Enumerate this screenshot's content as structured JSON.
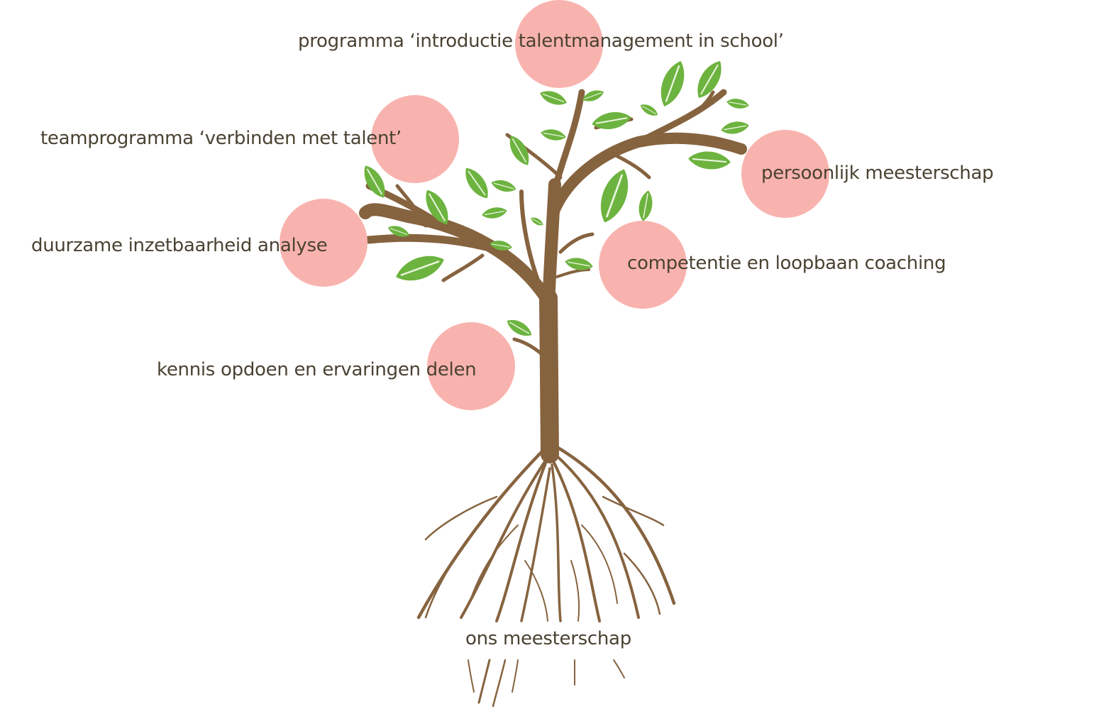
{
  "diagram": {
    "colors": {
      "trunk": "#86633f",
      "leaf": "#6db33f",
      "leaf_vein": "#e9f5dd",
      "circle": "#f9b3ae",
      "text": "#4a4232"
    },
    "icons": [
      "tree-icon",
      "leaf-icon",
      "roots-icon"
    ],
    "labels": {
      "top": "programma ‘introductie talentmanagement in school’",
      "team": "teamprogramma ‘verbinden met talent’",
      "personal": "persoonlijk meesterschap",
      "sustainable": "duurzame inzetbaarheid analyse",
      "coaching": "competentie  en loopbaan coaching",
      "knowledge": "kennis opdoen en ervaringen delen",
      "roots": "ons meesterschap"
    }
  }
}
